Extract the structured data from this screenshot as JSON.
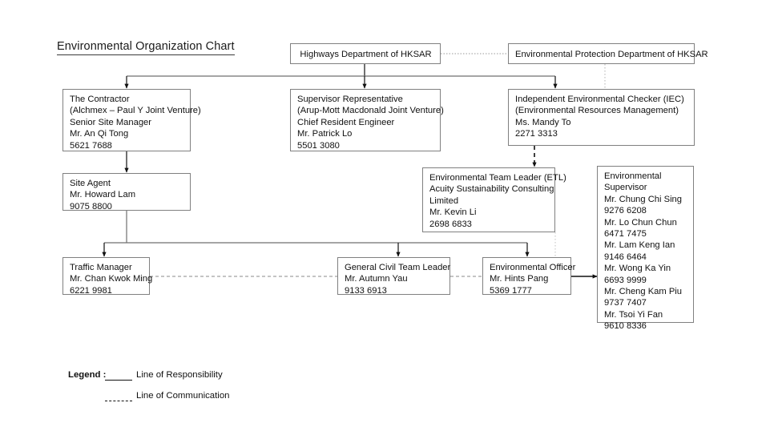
{
  "page": {
    "title": "Environmental Organization Chart"
  },
  "nodes": {
    "highways_department": {
      "lines": [
        "Highways Department of HKSAR"
      ]
    },
    "epd": {
      "lines": [
        "Environmental Protection Department of HKSAR"
      ]
    },
    "contractor": {
      "lines": [
        "The Contractor",
        "(Alchmex – Paul Y Joint Venture)",
        "Senior Site Manager",
        "Mr. An Qi Tong",
        "5621 7688"
      ]
    },
    "supervisor_representative": {
      "lines": [
        "Supervisor Representative",
        "(Arup-Mott Macdonald Joint Venture)",
        "Chief Resident Engineer",
        "Mr. Patrick Lo",
        "5501 3080"
      ]
    },
    "iec": {
      "lines": [
        "Independent Environmental Checker (IEC)",
        "(Environmental Resources Management)",
        "Ms. Mandy To",
        "2271 3313"
      ]
    },
    "site_agent": {
      "lines": [
        "Site Agent",
        "Mr. Howard Lam",
        "9075 8800"
      ]
    },
    "etl": {
      "lines": [
        "Environmental Team Leader (ETL)",
        "Acuity Sustainability Consulting",
        "Limited",
        "Mr. Kevin Li",
        "2698 6833"
      ]
    },
    "environmental_supervisor": {
      "lines": [
        "Environmental",
        "Supervisor",
        "Mr. Chung Chi Sing",
        "9276 6208",
        "Mr. Lo Chun Chun",
        "6471 7475",
        "Mr. Lam Keng Ian",
        "9146 6464",
        "Mr. Wong Ka Yin",
        "6693 9999",
        "Mr. Cheng Kam Piu",
        "9737 7407",
        "Mr. Tsoi Yi Fan",
        "9610 8336"
      ]
    },
    "traffic_manager": {
      "lines": [
        "Traffic Manager",
        "Mr. Chan Kwok Ming",
        "6221 9981"
      ]
    },
    "general_civil_team_leader": {
      "lines": [
        "General Civil Team Leader",
        "Mr. Autumn Yau",
        "9133 6913"
      ]
    },
    "environmental_officer": {
      "lines": [
        "Environmental Officer",
        "Mr. Hints Pang",
        "5369 1777"
      ]
    }
  },
  "legend": {
    "label": "Legend :",
    "responsibility": "Line of Responsibility",
    "communication": "Line of Communication"
  },
  "colors": {
    "box_border": "#808080",
    "line": "#111111",
    "text": "#111111",
    "background": "#ffffff"
  }
}
